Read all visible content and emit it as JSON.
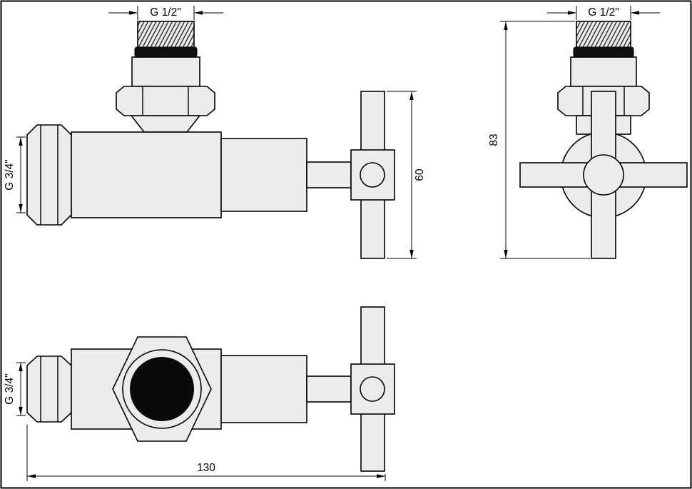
{
  "drawing": {
    "background": "#ffffff",
    "stroke_color": "#000000",
    "part_fill": "#ececec",
    "port_fill": "#0a0a0a"
  },
  "labels": {
    "side_view": {
      "thread_top": "G 1/2\"",
      "inlet": "G 3/4\"",
      "handle_height": "60"
    },
    "front_view": {
      "thread_top": "G 1/2\"",
      "overall_height": "83"
    },
    "plan_view": {
      "inlet": "G 3/4\"",
      "overall_length": "130"
    }
  }
}
